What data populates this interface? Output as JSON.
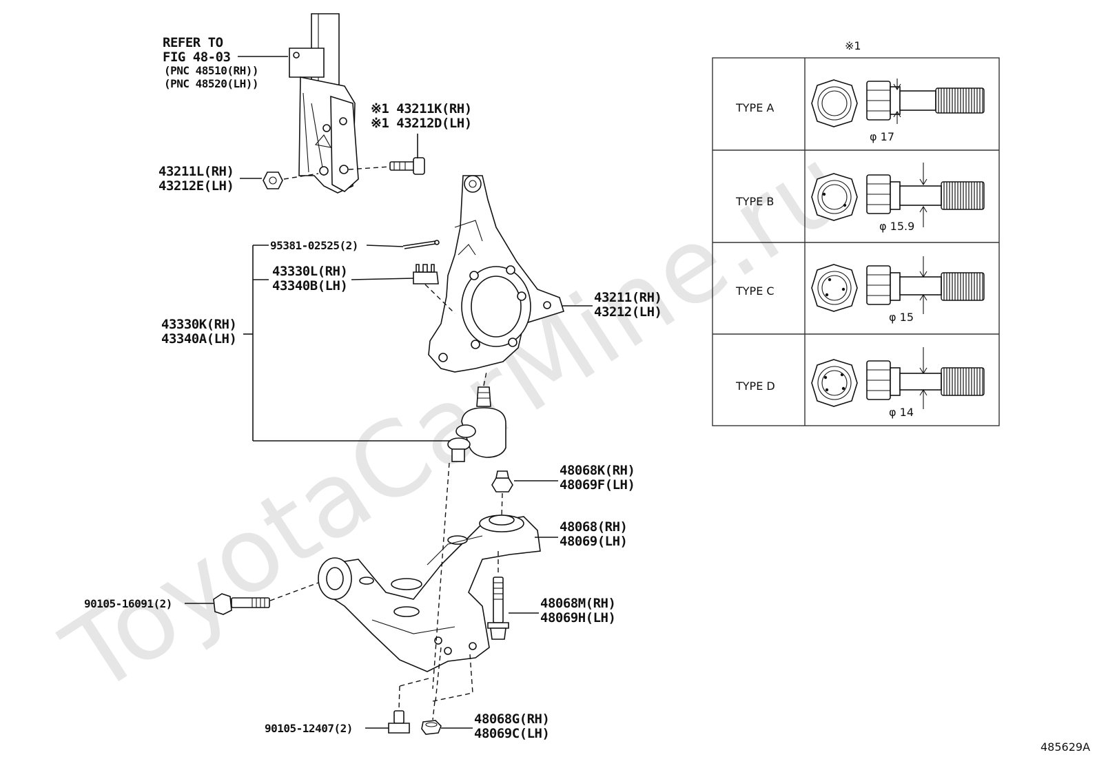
{
  "watermark": "ToyotaCarMine.ru",
  "diagram_id": "485629A",
  "labels": {
    "refer_1": "REFER TO",
    "refer_2": "FIG 48-03",
    "refer_3": "(PNC 48510(RH))",
    "refer_4": "(PNC 48520(LH))",
    "bolt_rh": "※1 43211K(RH)",
    "bolt_lh": "※1 43212D(LH)",
    "nut_rh": "43211L(RH)",
    "nut_lh": "43212E(LH)",
    "pin": "95381-02525(2)",
    "castle_rh": "43330L(RH)",
    "castle_lh": "43340B(LH)",
    "balljoint_rh": "43330K(RH)",
    "balljoint_lh": "43340A(LH)",
    "knuckle_rh": "43211(RH)",
    "knuckle_lh": "43212(LH)",
    "arm_nut_rh": "48068K(RH)",
    "arm_nut_lh": "48069F(LH)",
    "arm_rh": "48068(RH)",
    "arm_lh": "48069(LH)",
    "arm_bolt_rh": "48068M(RH)",
    "arm_bolt_lh": "48069H(LH)",
    "front_bolt": "90105-16091(2)",
    "bottom_bolt": "90105-12407(2)",
    "bottom_nut_rh": "48068G(RH)",
    "bottom_nut_lh": "48069C(LH)"
  },
  "table": {
    "title": "※1",
    "rows": [
      {
        "type": "TYPE A",
        "diameter": "φ 17"
      },
      {
        "type": "TYPE B",
        "diameter": "φ 15.9"
      },
      {
        "type": "TYPE C",
        "diameter": "φ 15"
      },
      {
        "type": "TYPE D",
        "diameter": "φ 14"
      }
    ]
  }
}
